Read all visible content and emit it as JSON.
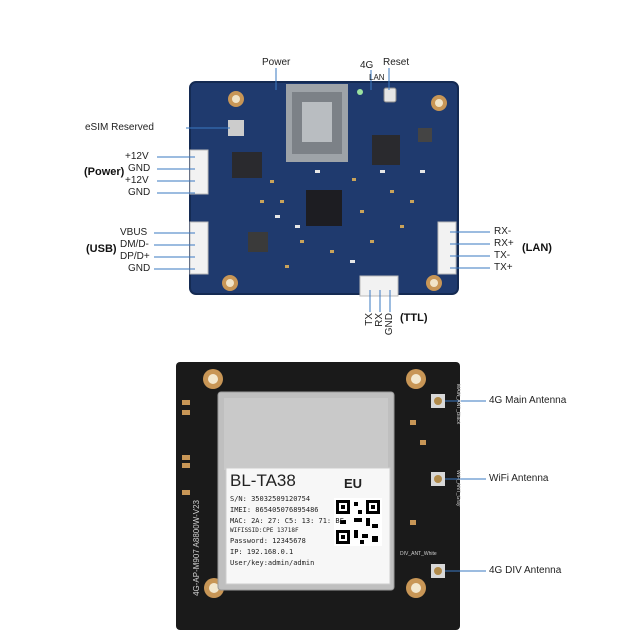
{
  "top_board": {
    "power_connector": [
      "+12V",
      "GND",
      "+12V",
      "GND"
    ],
    "power_group": "(Power)",
    "usb_connector": [
      "VBUS",
      "DM/D-",
      "DP/D+",
      "GND"
    ],
    "usb_group": "(USB)",
    "lan_connector": [
      "RX-",
      "RX+",
      "TX-",
      "TX+"
    ],
    "lan_group": "(LAN)",
    "ttl_connector": [
      "TX",
      "RX",
      "GND"
    ],
    "ttl_group": "(TTL)",
    "top_labels": {
      "power": "Power",
      "g4": "4G",
      "reset": "Reset",
      "lan": "LAN"
    },
    "esim": "eSIM Reserved"
  },
  "bottom_board": {
    "model": "BL-TA38",
    "region": "EU",
    "sn": "S/N: 35032509120754",
    "imei": "IMEI: 865405076895486",
    "mac": "MAC: 2A: 27: C5: 13: 71: BF",
    "ssid": "WIFISSID:CPE 13718F",
    "password": "Password: 12345678",
    "ip": "IP: 192.168.0.1",
    "user": "User/key:admin/admin",
    "silk_side": "4G-AP-M907 A8800W-V23",
    "silk_main": "MAIN_ANT_Black",
    "silk_wifi": "WiFi_ANT_Gray",
    "silk_div": "DIV_ANT_White",
    "antennas": {
      "main": "4G Main Antenna",
      "wifi": "WiFi Antenna",
      "div": "4G DIV Antenna"
    }
  }
}
